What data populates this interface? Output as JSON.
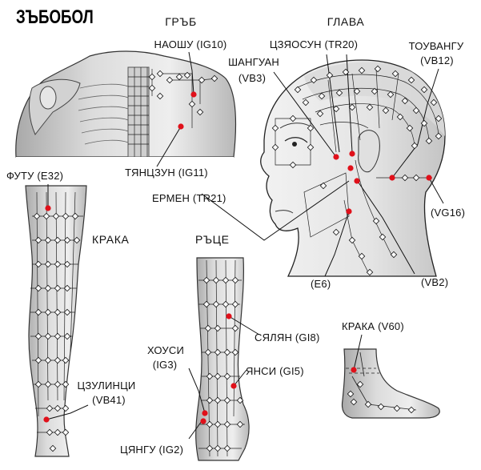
{
  "title": "ЗЪБОБОЛ",
  "sections": {
    "back": "ГРЪБ",
    "head": "ГЛАВА",
    "leg": "КРАКА",
    "arm": "РЪЦЕ",
    "foot": "КРАКА (V60)"
  },
  "points": {
    "ig10": "НАОШУ (IG10)",
    "ig11": "ТЯНЦЗУН (IG11)",
    "tr20": "ЦЗЯОСУН (TR20)",
    "vb3_name": "ШАНГУАН",
    "vb3_code": "(VB3)",
    "vb12_name": "ТОУВАНГУ",
    "vb12_code": "(VB12)",
    "e32": "ФУТУ (E32)",
    "tr21": "ЕРМЕН (TR21)",
    "vg16": "(VG16)",
    "e6": "(E6)",
    "vb2": "(VB2)",
    "gi8": "СЯЛЯН (GI8)",
    "ig3_name": "ХОУСИ",
    "ig3_code": "(IG3)",
    "gi5": "ЯНСИ (GI5)",
    "vb41_name": "ЦЗУЛИНЦИ",
    "vb41_code": "(VB41)",
    "ig2": "ЦЯНГУ (IG2)"
  },
  "colors": {
    "point": "#e0101a",
    "line": "#111111",
    "skin": "#ececec",
    "shade": "#bdbdbd"
  }
}
